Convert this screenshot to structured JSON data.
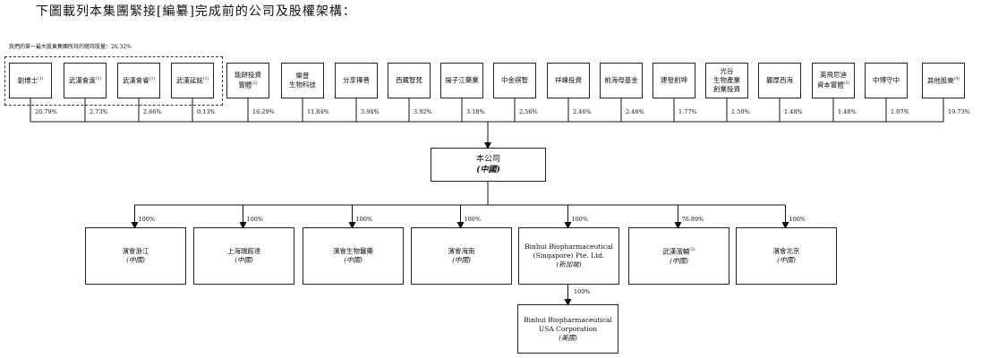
{
  "heading": "下圖載列本集團緊接[編纂]完成前的公司及股權架構：",
  "group_note": "我們的單一最大股東集團所持的總持股量：26.32%",
  "shareholders": [
    {
      "name": "劉博士",
      "sup": "(1)",
      "pct": "20.79%"
    },
    {
      "name": "武漢會滙",
      "sup": "(1)",
      "pct": "2.73%"
    },
    {
      "name": "武漢會睿",
      "sup": "(1)",
      "pct": "2.66%"
    },
    {
      "name": "武漢延銘",
      "sup": "(1)",
      "pct": "0.13%"
    },
    {
      "name": "能餅投資\n實體",
      "sup": "(2)",
      "pct": "16.29%"
    },
    {
      "name": "樂普\n生物科技",
      "sup": "",
      "pct": "11.84%"
    },
    {
      "name": "分享擇善",
      "sup": "",
      "pct": "3.94%"
    },
    {
      "name": "西藏智梵",
      "sup": "",
      "pct": "3.92%"
    },
    {
      "name": "揚子江藥業",
      "sup": "",
      "pct": "3.18%"
    },
    {
      "name": "中金祺智",
      "sup": "",
      "pct": "2.56%"
    },
    {
      "name": "祥峰投資",
      "sup": "",
      "pct": "2.46%"
    },
    {
      "name": "前海母基金",
      "sup": "",
      "pct": "2.46%"
    },
    {
      "name": "建發創坤",
      "sup": "",
      "pct": "1.77%"
    },
    {
      "name": "光谷\n生物產業\n創業投資",
      "sup": "",
      "pct": "1.50%"
    },
    {
      "name": "麗厚西海",
      "sup": "",
      "pct": "1.48%"
    },
    {
      "name": "英飛尼迪\n資本實體",
      "sup": "(3)",
      "pct": "1.48%"
    },
    {
      "name": "中博守中",
      "sup": "",
      "pct": "1.07%"
    },
    {
      "name": "其他股東",
      "sup": "(4)",
      "pct": "19.73%"
    }
  ],
  "company": {
    "name": "本公司",
    "loc": "(中國)"
  },
  "subsidiaries": [
    {
      "name": "濱會浙江",
      "loc": "(中國)",
      "pct": "100%"
    },
    {
      "name": "上海瑞館達",
      "loc": "(中國)",
      "pct": "100%"
    },
    {
      "name": "濱會生物醫藥",
      "loc": "(中國)",
      "pct": "100%"
    },
    {
      "name": "濱會海南",
      "loc": "(中國)",
      "pct": "100%"
    },
    {
      "name": "Binhui Biopharmaceutical\n(Singapore) Pte. Ltd.",
      "loc": "(新加坡)",
      "pct": "100%"
    },
    {
      "name": "武漢濱輔",
      "sup": "(5)",
      "loc": "(中國)",
      "pct": "76.89%"
    },
    {
      "name": "濱會北京",
      "loc": "(中國)",
      "pct": "100%"
    }
  ],
  "grandchild": {
    "name": "Binhui Biopharmaceutical\nUSA Corporation",
    "loc": "(美國)",
    "pct": "100%"
  }
}
